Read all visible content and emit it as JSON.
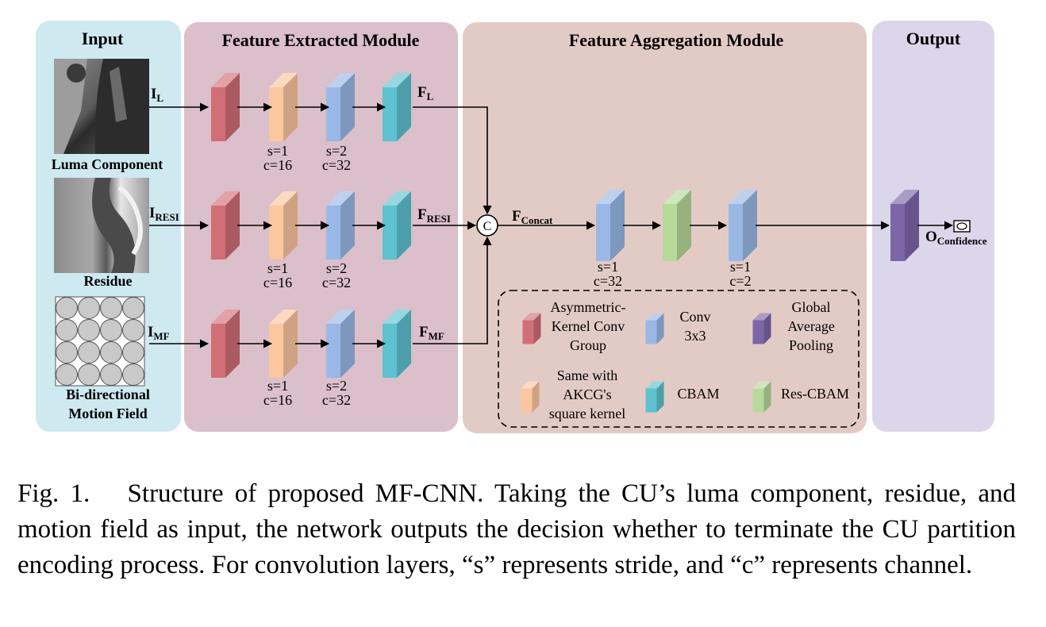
{
  "panels": {
    "input": "Input",
    "fem": "Feature Extracted Module",
    "fam": "Feature Aggregation Module",
    "output": "Output"
  },
  "inputs": {
    "luma": "Luma Component",
    "residue": "Residue",
    "mf_line1": "Bi-directional",
    "mf_line2": "Motion Field"
  },
  "signals": {
    "il_main": "I",
    "il_sub": "L",
    "iresi_main": "I",
    "iresi_sub": "RESI",
    "imf_main": "I",
    "imf_sub": "MF",
    "fl_main": "F",
    "fl_sub": "L",
    "fresi_main": "F",
    "fresi_sub": "RESI",
    "fmf_main": "F",
    "fmf_sub": "MF",
    "fconcat_main": "F",
    "fconcat_sub": "Concat",
    "concat_symbol": "C",
    "out_main": "O",
    "out_sub": "Confidence"
  },
  "params": {
    "s1": "s=1",
    "s2": "s=2",
    "c16": "c=16",
    "c32": "c=32",
    "c2": "c=2"
  },
  "legend": {
    "akcg": [
      "Asymmetric-",
      "Kernel Conv",
      "Group"
    ],
    "conv": [
      "Conv",
      "3x3"
    ],
    "gap": [
      "Global",
      "Average",
      "Pooling"
    ],
    "same": [
      "Same with",
      "AKCG's",
      "square kernel"
    ],
    "cbam": "CBAM",
    "rescbam": "Res-CBAM"
  },
  "colors": {
    "input_panel": "#cfe9f1",
    "fem_panel": "#dbbfca",
    "fam_panel": "#e3cbc5",
    "output_panel": "#dcd6ea",
    "akcg": "#d26e76",
    "square": "#fbc6a0",
    "conv": "#9ab8e6",
    "cbam": "#5ec2d0",
    "rescbam": "#b7d99a",
    "gap": "#7d66a8"
  },
  "caption": "Fig. 1.  Structure of proposed MF-CNN. Taking the CU’s luma component, residue, and motion field as input, the network outputs the decision whether to terminate the CU partition encoding process. For convolution layers, “s” represents stride, and “c” represents channel."
}
